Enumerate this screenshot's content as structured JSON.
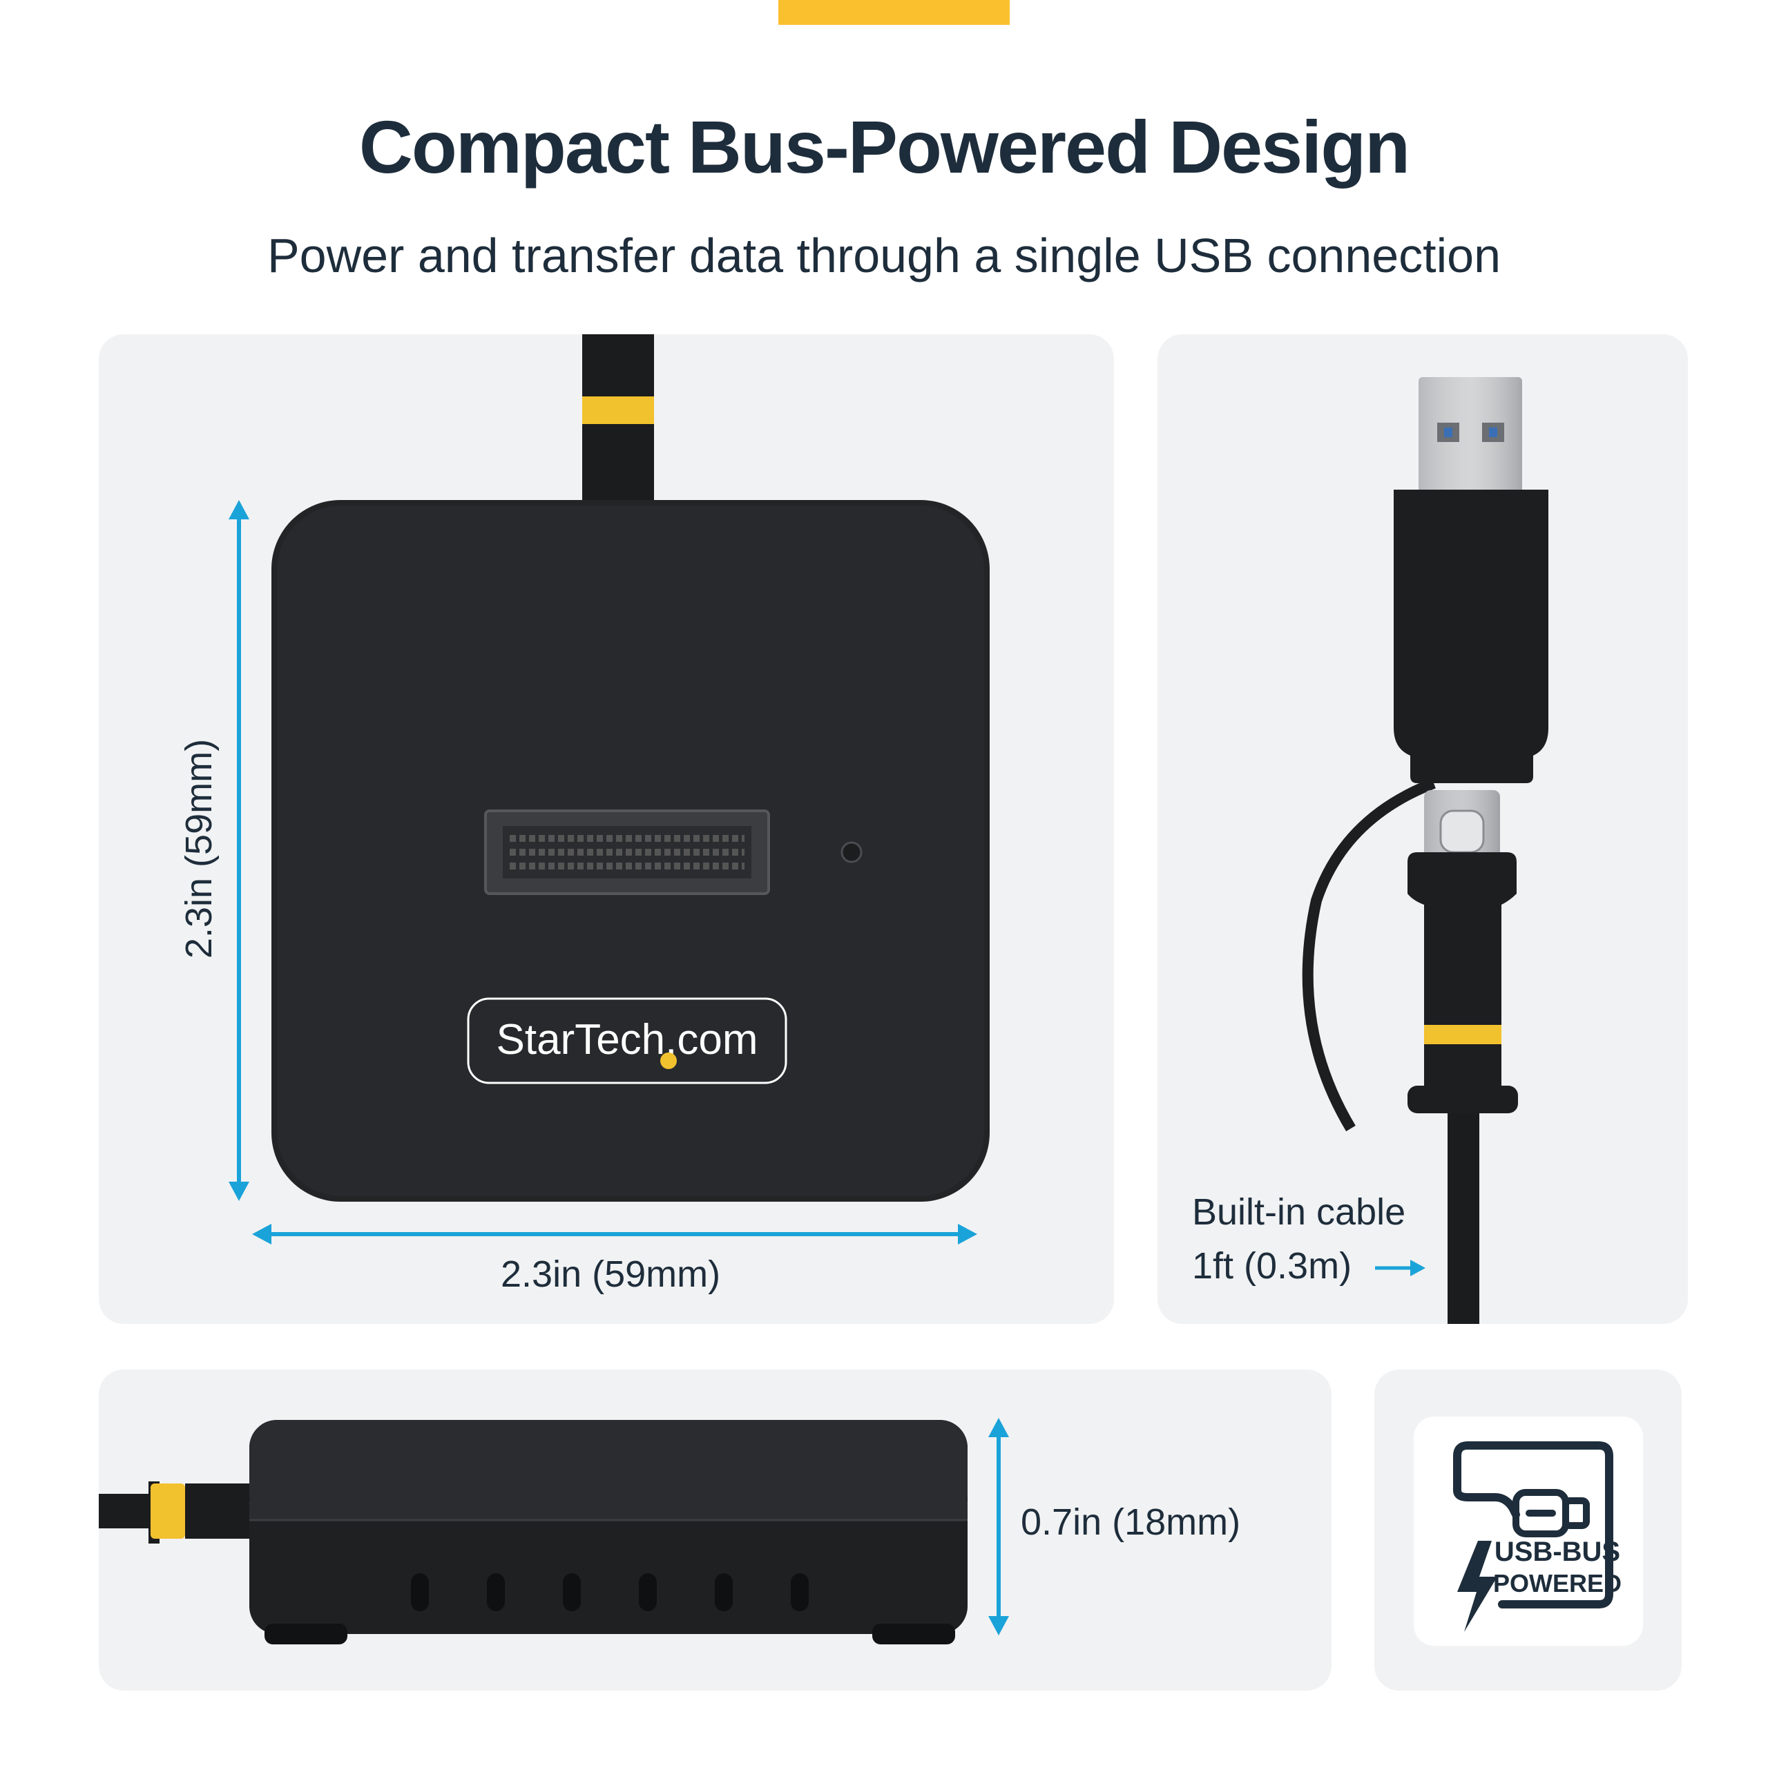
{
  "header": {
    "title": "Compact Bus-Powered Design",
    "subtitle": "Power and transfer data through a single USB connection"
  },
  "top_view": {
    "height_label": "2.3in (59mm)",
    "width_label": "2.3in (59mm)",
    "brand": "StarTech.com"
  },
  "cable_view": {
    "cable_line1": "Built-in cable",
    "cable_line2": "1ft (0.3m)"
  },
  "side_view": {
    "thickness_label": "0.7in (18mm)"
  },
  "badge": {
    "line1": "USB-BUS",
    "line2": "POWERED"
  },
  "colors": {
    "accent_yellow": "#fbc02d",
    "dimension_blue": "#1aa3d9",
    "text_navy": "#1e2d3b",
    "panel_bg": "#f1f2f3",
    "device_black": "#1f2022"
  },
  "icons": [
    "usb-bus-powered-icon",
    "lightning-bolt-icon",
    "usb-plug-icon"
  ]
}
